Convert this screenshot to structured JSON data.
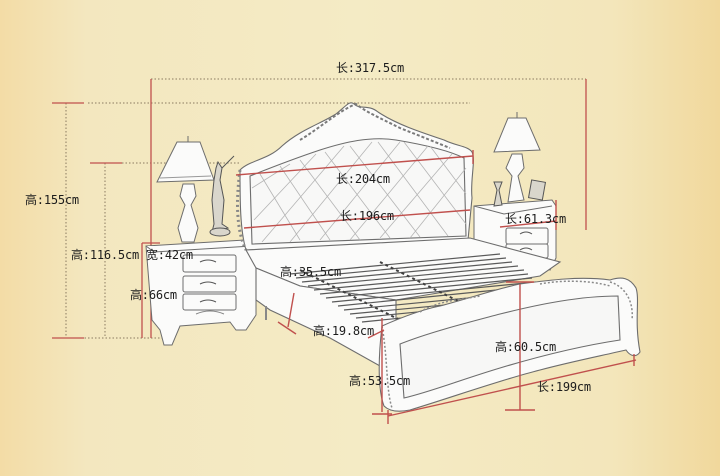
{
  "diagram": {
    "subject": "European-style carved bed set with two nightstands",
    "colors": {
      "background": "#f4ebc5",
      "dimension_line": "#c0504d",
      "furniture_fill": "#fbfbfa",
      "furniture_stroke": "#6d6d6d",
      "text": "#1c1c1c"
    },
    "dimensions": {
      "overall_length": "长:317.5cm",
      "overall_height": "高:155cm",
      "headboard_top_length": "长:204cm",
      "headboard_lower_length": "长:196cm",
      "nightstand_length": "长:61.3cm",
      "lamp_to_floor_height": "高:116.5cm",
      "nightstand_width": "宽:42cm",
      "nightstand_height": "高:66cm",
      "side_rail_height": "高:35.5cm",
      "slat_height": "高:19.8cm",
      "footboard_corner_height": "高:53.5cm",
      "footboard_center_height": "高:60.5cm",
      "bed_length": "长:199cm"
    }
  }
}
